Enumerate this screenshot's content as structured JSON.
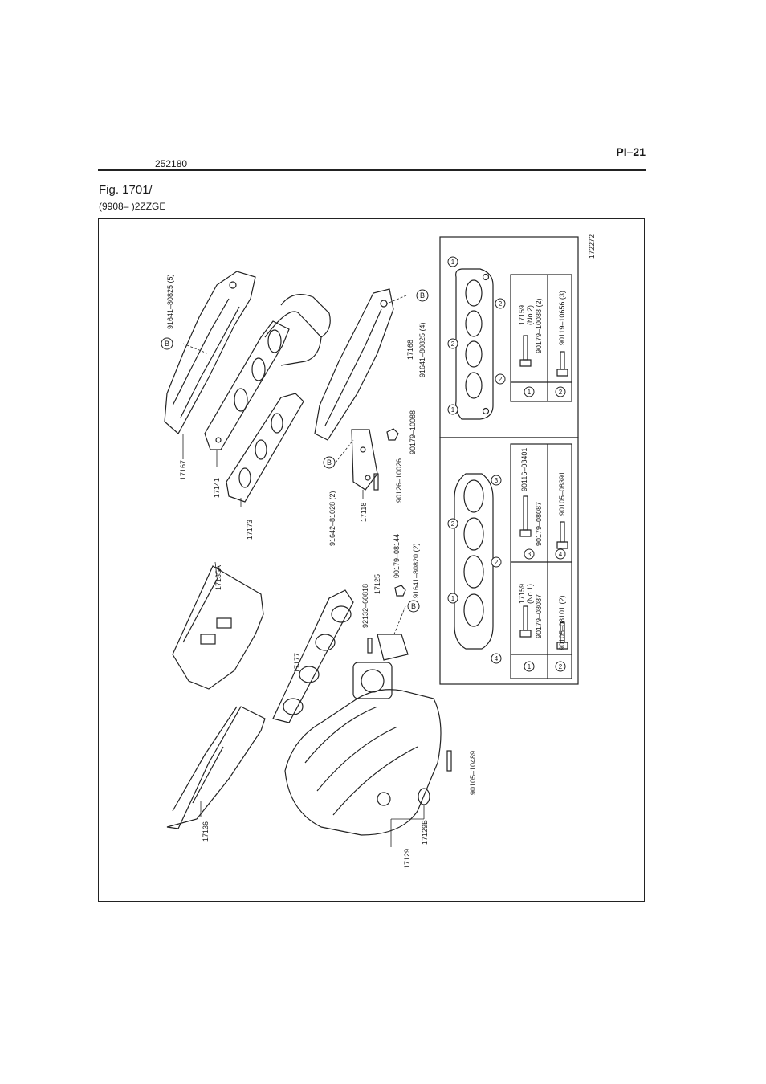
{
  "header": {
    "code": "252180",
    "page_number": "PI–21"
  },
  "figure": {
    "title": "Fig. 1701/",
    "subtitle": "(9908–    )2ZZGE",
    "illustration_number": "172272"
  },
  "callouts": {
    "p17167": "17167",
    "p91641_80825_5": "91641–80825 (5)",
    "p17141": "17141",
    "p17173": "17173",
    "p17168": "17168",
    "p91641_80825_4": "91641–80825 (4)",
    "p90179_10088": "90179–10088",
    "p90126_10026": "90126–10026",
    "p17118": "17118",
    "p91642_81028_2": "91642–81028 (2)",
    "p17135A": "17135A",
    "p92132_60818": "92132–60818",
    "p17125": "17125",
    "p90179_08144": "90179–08144",
    "p91641_80820_2": "91641–80820 (2)",
    "p17177": "17177",
    "p17136": "17136",
    "p90105_10489": "90105–10489",
    "p17129B": "17129B",
    "p17129": "17129"
  },
  "ref_B": "B",
  "detail_upper": {
    "gasket_marks": [
      "1",
      "2",
      "2",
      "2",
      "1"
    ],
    "table": [
      {
        "ref": "1",
        "part": "17159",
        "note": "(No.2)",
        "fastener": "90179–10088 (2)"
      },
      {
        "ref": "2",
        "part": "",
        "note": "",
        "fastener": "90119–10656 (3)"
      }
    ]
  },
  "detail_lower": {
    "gasket_marks": [
      "1",
      "2",
      "3",
      "4",
      "2"
    ],
    "table": [
      {
        "ref": "1",
        "part": "17159",
        "note": "(No.1)",
        "fastener": "90179–08087"
      },
      {
        "ref": "2",
        "part": "",
        "note": "",
        "fastener": "90105–08101 (2)"
      },
      {
        "ref": "3",
        "part": "",
        "note": "",
        "fastener": "90116–08401",
        "fastener2": "90179–08087"
      },
      {
        "ref": "4",
        "part": "",
        "note": "",
        "fastener": "90105–08391"
      }
    ]
  }
}
